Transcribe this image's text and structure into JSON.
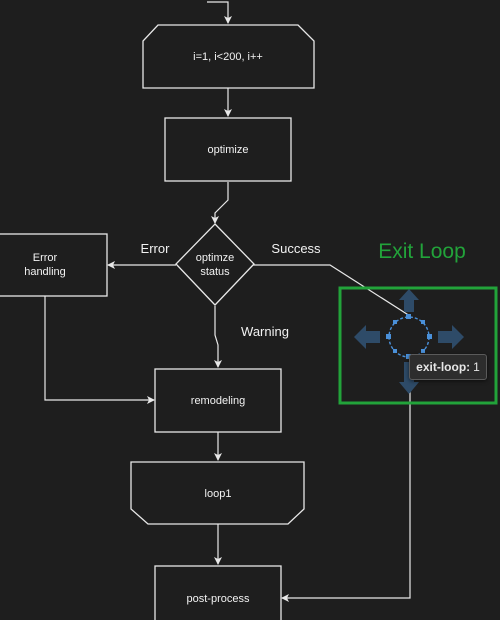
{
  "nodes": {
    "loop_header": "i=1, i<200, i++",
    "optimize": "optimize",
    "decision_line1": "optimze",
    "decision_line2": "status",
    "error_line1": "Error",
    "error_line2": "handling",
    "remodeling": "remodeling",
    "loop1": "loop1",
    "post_process": "post-process"
  },
  "edges": {
    "error": "Error",
    "success": "Success",
    "warning": "Warning"
  },
  "annotation": {
    "title": "Exit Loop",
    "color": "#22a33a"
  },
  "tooltip": {
    "key": "exit-loop:",
    "value": "1"
  },
  "colors": {
    "background": "#1e1e1e",
    "stroke": "#e8e8e8",
    "handle": "#4a90d9"
  },
  "icons": [
    "arrow-right-icon",
    "arrow-left-icon",
    "arrow-up-icon",
    "arrow-down-icon",
    "connection-circle-icon"
  ]
}
